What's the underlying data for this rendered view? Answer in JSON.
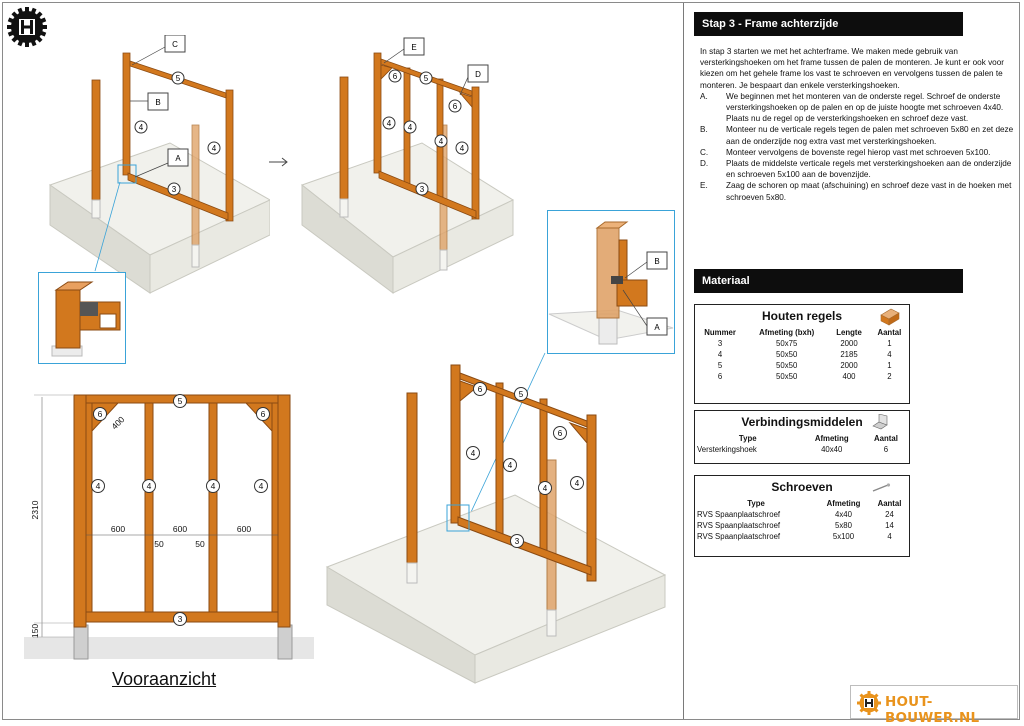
{
  "step_title": "Stap 3 - Frame achterzijde",
  "intro": "In stap 3 starten we met het achterframe. We maken mede gebruik van versterkingshoeken om het frame tussen de palen de monteren. Je kunt er ook voor kiezen om het gehele frame los vast te schroeven en vervolgens tussen de palen te monteren. Je bespaart dan enkele versterkingshoeken.",
  "steps": [
    {
      "mark": "A.",
      "text": "We beginnen met het monteren van de onderste regel. Schroef de onderste versterkingshoeken op de palen en op de juiste hoogte met schroeven 4x40.",
      "extra": "Plaats nu de regel op de versterkingshoeken en schroef deze vast."
    },
    {
      "mark": "B.",
      "text": "Monteer nu de verticale regels tegen de palen met schroeven 5x80 en zet deze aan de onderzijde nog extra vast met versterkingshoeken."
    },
    {
      "mark": "C.",
      "text": "Monteer vervolgens de bovenste regel hierop vast met schroeven 5x100."
    },
    {
      "mark": "D.",
      "text": "Plaats de middelste verticale regels met versterkingshoeken aan de onderzijde en schroeven 5x100 aan de bovenzijde."
    },
    {
      "mark": "E.",
      "text": "Zaag de schoren op maat (afschuining) en schroef deze vast in de hoeken met schroeven 5x80."
    }
  ],
  "material_title": "Materiaal",
  "houten_regels": {
    "title": "Houten regels",
    "headers": [
      "Nummer",
      "Afmeting (bxh)",
      "Lengte",
      "Aantal"
    ],
    "rows": [
      [
        "3",
        "50x75",
        "2000",
        "1"
      ],
      [
        "4",
        "50x50",
        "2185",
        "4"
      ],
      [
        "5",
        "50x50",
        "2000",
        "1"
      ],
      [
        "6",
        "50x50",
        "400",
        "2"
      ]
    ]
  },
  "verbindingsmiddelen": {
    "title": "Verbindingsmiddelen",
    "headers": [
      "Type",
      "Afmeting",
      "Aantal"
    ],
    "rows": [
      [
        "Versterkingshoek",
        "40x40",
        "6"
      ]
    ]
  },
  "schroeven": {
    "title": "Schroeven",
    "headers": [
      "Type",
      "Afmeting",
      "Aantal"
    ],
    "rows": [
      [
        "RVS Spaanplaatschroef",
        "4x40",
        "24"
      ],
      [
        "RVS Spaanplaatschroef",
        "5x80",
        "14"
      ],
      [
        "RVS Spaanplaatschroef",
        "5x100",
        "4"
      ]
    ]
  },
  "front_view": {
    "caption": "Vooraanzicht",
    "dim_height": "2310",
    "dim_base": "150",
    "dim_brace": "400",
    "dim_bays": [
      "600",
      "600",
      "600"
    ],
    "dim_gaps": [
      "50",
      "50"
    ]
  },
  "labels": {
    "a": "A",
    "b": "B",
    "c": "C",
    "d": "D",
    "e": "E",
    "n3": "3",
    "n4": "4",
    "n5": "5",
    "n6": "6"
  },
  "brand": "HOUT-BOUWER.NL",
  "colors": {
    "wood": "#d2781e",
    "wood_dark": "#8a4a12",
    "accent": "#3aa3d8",
    "heading_bg": "#0d0d0d"
  }
}
